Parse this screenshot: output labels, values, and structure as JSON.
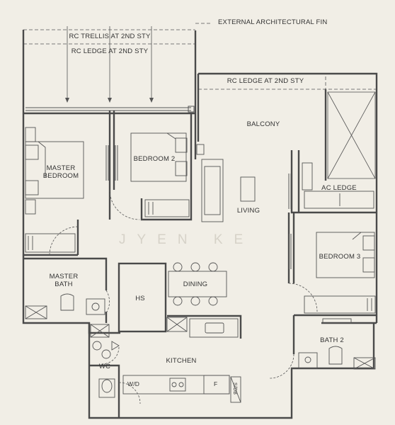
{
  "annotations": {
    "external_fin": "EXTERNAL ARCHITECTURAL FIN",
    "rc_trellis": "RC TRELLIS AT 2ND STY",
    "rc_ledge_left": "RC LEDGE AT 2ND STY",
    "rc_ledge_right": "RC LEDGE AT 2ND STY"
  },
  "rooms": {
    "master_bedroom_line1": "MASTER",
    "master_bedroom_line2": "BEDROOM",
    "bedroom2": "BEDROOM 2",
    "balcony": "BALCONY",
    "ac_ledge": "AC LEDGE",
    "living": "LIVING",
    "bedroom3": "BEDROOM 3",
    "master_bath_line1": "MASTER",
    "master_bath_line2": "BATH",
    "dining": "DINING",
    "hs": "HS",
    "kitchen": "KITCHEN",
    "wc": "WC",
    "bath2": "BATH 2"
  },
  "fixtures": {
    "wd": "W/D",
    "fridge": "F",
    "sdb": "S/DB"
  },
  "watermark": "JYEN KE",
  "colors": {
    "background": "#f1eee6",
    "wall": "#4a4a4a",
    "line": "#555555",
    "watermark": "#d6d2c8"
  }
}
